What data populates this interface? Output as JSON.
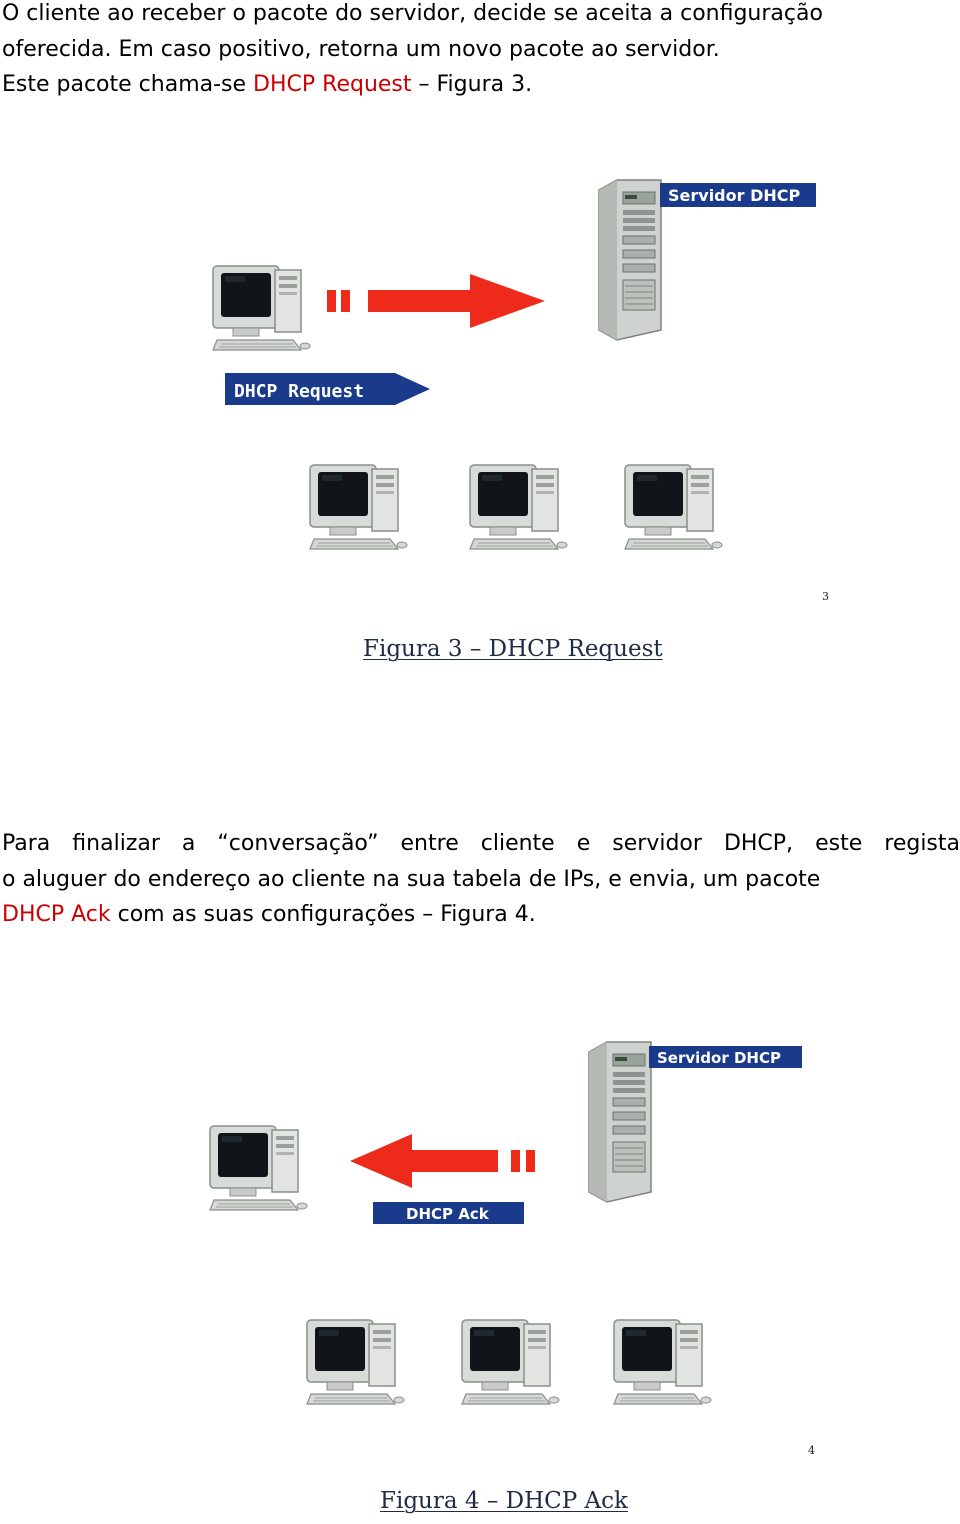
{
  "paragraph1": {
    "line1": "O cliente ao receber o pacote do servidor,  decide se aceita a configuração",
    "line2": "oferecida. Em caso positivo,  retorna um novo pacote ao servidor.",
    "line3_pre": "Este pacote chama-se ",
    "line3_highlight": "DHCP Request",
    "line3_post": "  –  Figura 3."
  },
  "figure3": {
    "server_label": "Servidor DHCP",
    "packet_label": "DHCP Request",
    "page_number": "3",
    "caption": "Figura 3 – DHCP Request"
  },
  "paragraph2": {
    "line1": "Para  finalizar  a  “conversação”  entre  cliente  e  servidor  DHCP,  este regista",
    "line2": "o aluguer do endereço ao cliente na sua tabela de IPs,  e envia,  um pacote",
    "line3_highlight": "DHCP Ack",
    "line3_post": " com as suas configurações  –  Figura 4."
  },
  "figure4": {
    "server_label": "Servidor DHCP",
    "packet_label": "DHCP Ack",
    "page_number": "4",
    "caption": "Figura 4 – DHCP Ack"
  },
  "colors": {
    "highlight_text": "#cc0000",
    "arrow": "#ee2a1a",
    "label_bg": "#1a3a8c",
    "caption_text": "#1f2a44"
  }
}
